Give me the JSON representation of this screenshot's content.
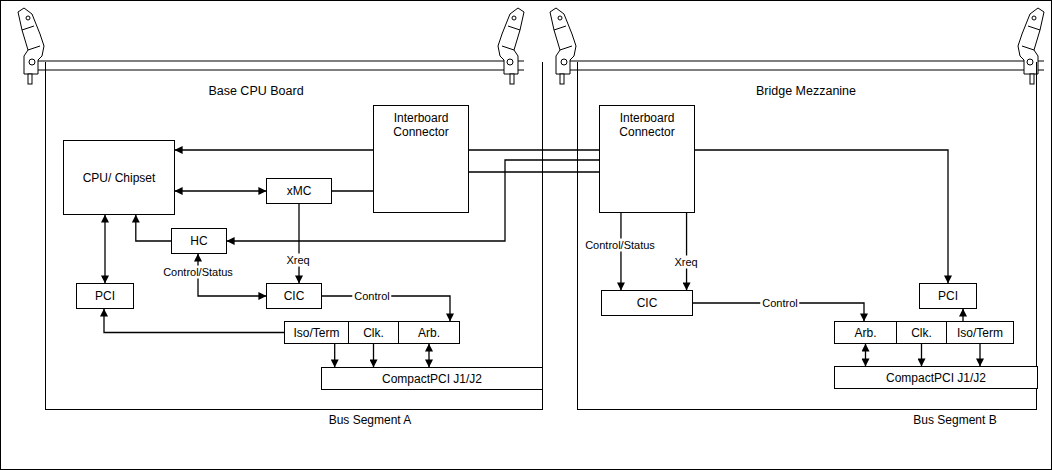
{
  "diagram": {
    "nodes": [
      {
        "text": [
          "Base CPU Board"
        ]
      },
      {
        "text": [
          "Interboard Connector"
        ],
        "in": 0
      },
      {
        "text": [
          "CPU/ Chipset"
        ],
        "in": 0
      },
      {
        "text": [
          "xMC"
        ],
        "in": 0
      },
      {
        "text": [
          "HC"
        ],
        "in": 0
      },
      {
        "text": [
          "PCI"
        ],
        "in": 0
      },
      {
        "text": [
          "CIC"
        ],
        "in": 0
      },
      {
        "text": [
          "Iso/Term"
        ],
        "in": 0
      },
      {
        "text": [
          "Clk."
        ],
        "in": 0
      },
      {
        "text": [
          "Arb."
        ],
        "in": 0
      },
      {
        "text": [
          "CompactPCI J1/J2"
        ],
        "in": 0
      },
      {
        "text": [
          "Bridge Mezzanine"
        ]
      },
      {
        "text": [
          "Interboard Connector"
        ],
        "in": 11
      },
      {
        "text": [
          "CIC"
        ],
        "in": 11
      },
      {
        "text": [
          "PCI"
        ],
        "in": 11
      },
      {
        "text": [
          "Arb."
        ],
        "in": 11
      },
      {
        "text": [
          "Clk."
        ],
        "in": 11
      },
      {
        "text": [
          "Iso/Term"
        ],
        "in": 11
      },
      {
        "text": [
          "CompactPCI J1/J2"
        ],
        "in": 11
      }
    ],
    "edges": [
      {
        "from": 2,
        "to": 3,
        "arrow": "both"
      },
      {
        "from": 2,
        "to": 5,
        "arrow": "both"
      },
      {
        "from": 4,
        "to": 2,
        "arrow": "to"
      },
      {
        "from": 4,
        "to": 13,
        "label": "Control/Status",
        "arrow": "both"
      },
      {
        "from": 3,
        "to": 13,
        "label": "Xreq",
        "arrow": "to"
      },
      {
        "from": 3,
        "to": 6,
        "label": "Xreq",
        "arrow": "to"
      },
      {
        "from": 6,
        "to": 4,
        "label": "Control/Status",
        "arrow": "both"
      },
      {
        "from": 6,
        "to": 9,
        "label": "Control",
        "arrow": "to"
      },
      {
        "from": 7,
        "to": 5,
        "arrow": "to"
      },
      {
        "from": 7,
        "to": 10,
        "arrow": "to"
      },
      {
        "from": 8,
        "to": 10,
        "arrow": "to"
      },
      {
        "from": 9,
        "to": 10,
        "arrow": "both"
      },
      {
        "from": 13,
        "to": 15,
        "label": "Control",
        "arrow": "to"
      },
      {
        "from": 15,
        "to": 18,
        "arrow": "both"
      },
      {
        "from": 16,
        "to": 18,
        "arrow": "to"
      },
      {
        "from": 17,
        "to": 18,
        "arrow": "to"
      },
      {
        "from": 17,
        "to": 14,
        "arrow": "to"
      },
      {
        "from": 2,
        "to": 14,
        "arrow": "both"
      }
    ],
    "labels": [
      "Bus Segment A",
      "Bus Segment B"
    ]
  }
}
